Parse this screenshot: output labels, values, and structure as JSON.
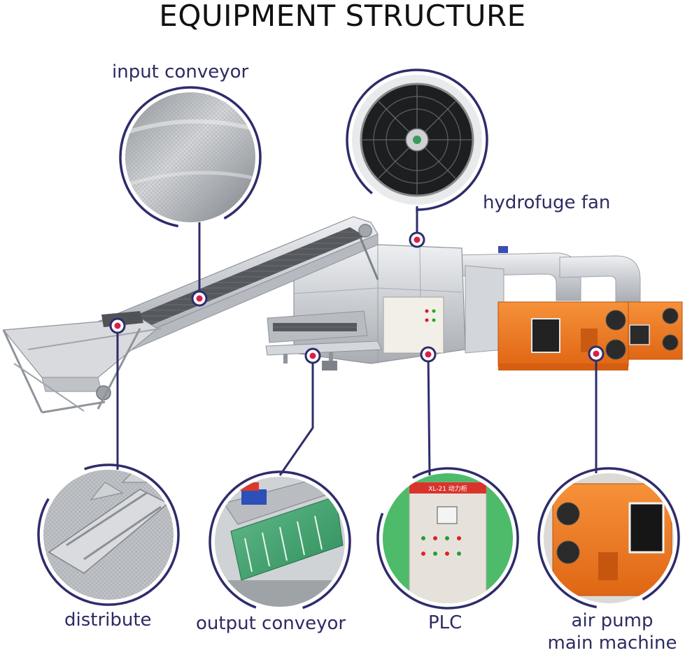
{
  "title": "EQUIPMENT STRUCTURE",
  "labels": {
    "input_conveyor": "input conveyor",
    "hydrofuge_fan": "hydrofuge fan",
    "distribute": "distribute",
    "output_conveyor": "output conveyor",
    "plc": "PLC",
    "air_pump_line1": "air pump",
    "air_pump_line2": "main machine"
  },
  "plc_panel_text": "XL-21 动力柜",
  "colors": {
    "accent": "#2e2c6b",
    "label_text": "#2d2b63",
    "title_text": "#111111",
    "machine_orange": "#f07a22",
    "steel": "#c9ccd1",
    "conveyor_green": "#3aa46b"
  },
  "icons": {
    "callout_marker": "target-dot-icon",
    "fan": "fan-icon"
  }
}
